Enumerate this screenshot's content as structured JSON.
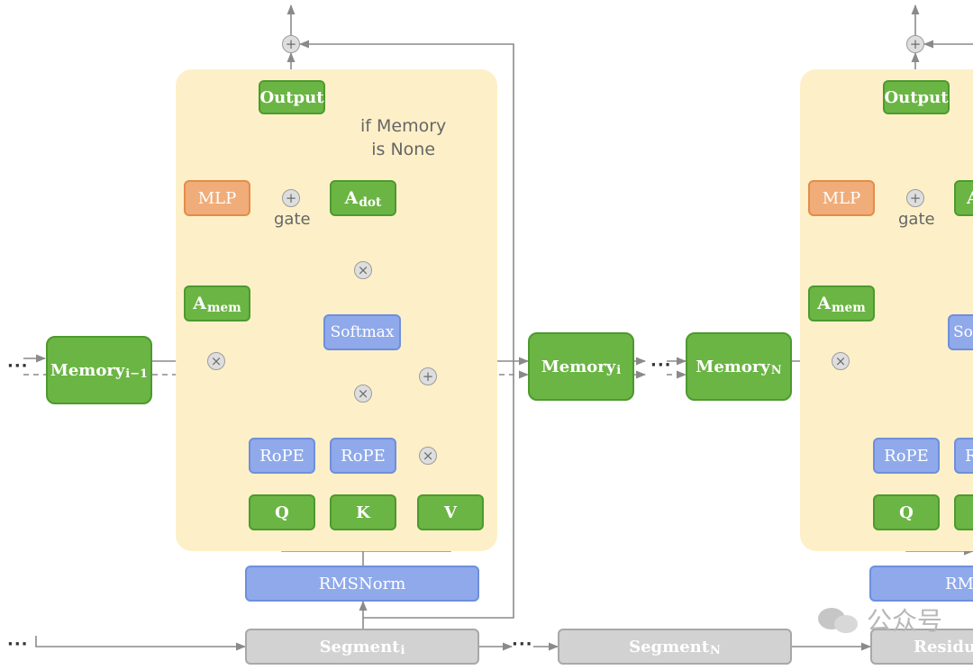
{
  "labels": {
    "output": "Output",
    "mlp": "MLP",
    "a_main": "A",
    "a_dot_sub": "dot",
    "a_mem_sub": "mem",
    "softmax": "Softmax",
    "rope": "RoPE",
    "q": "Q",
    "k": "K",
    "v": "V",
    "rmsnorm": "RMSNorm",
    "rmsnorm_cut": "RM",
    "gate": "gate",
    "plus": "+",
    "times": "×",
    "ellipsis": "···"
  },
  "note": {
    "line1": "if Memory",
    "line2": "is None"
  },
  "memory": {
    "main": "Memory",
    "prev_sub": "i−1",
    "cur_sub": "i",
    "last_sub": "N"
  },
  "segments": {
    "main": "Segment",
    "cur_sub": "i",
    "last_sub": "N",
    "residual_cut": "Residu"
  },
  "watermark": {
    "text": "公众号"
  },
  "colors": {
    "panel": "#fdf0c8",
    "green": "#6bb544",
    "orange": "#f0ad79",
    "blue": "#8fa9ea",
    "gray": "#d2d2d2",
    "arrow": "#8a8a8a"
  }
}
